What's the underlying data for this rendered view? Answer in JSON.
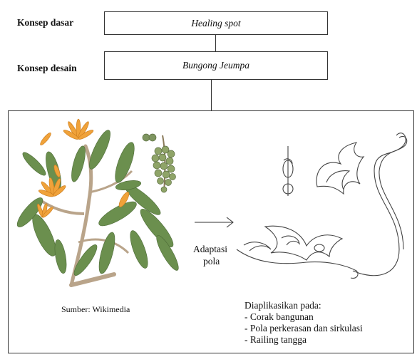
{
  "concept": {
    "basic_label": "Konsep dasar",
    "basic_value": "Healing spot",
    "design_label": "Konsep desain",
    "design_value": "Bungong Jeumpa"
  },
  "illustration": {
    "source": "Sumber: Wikimedia"
  },
  "arrow": {
    "line1": "Adaptasi",
    "line2": "pola"
  },
  "applied": {
    "heading": "Diaplikasikan pada:",
    "items": [
      "- Corak bangunan",
      "- Pola perkerasan dan sirkulasi",
      "- Railing tangga"
    ]
  },
  "colors": {
    "leaf": "#6b8f4e",
    "flower": "#f0a23a",
    "fruit": "#8fa468",
    "stem": "#b9a48a",
    "line": "#333333"
  }
}
